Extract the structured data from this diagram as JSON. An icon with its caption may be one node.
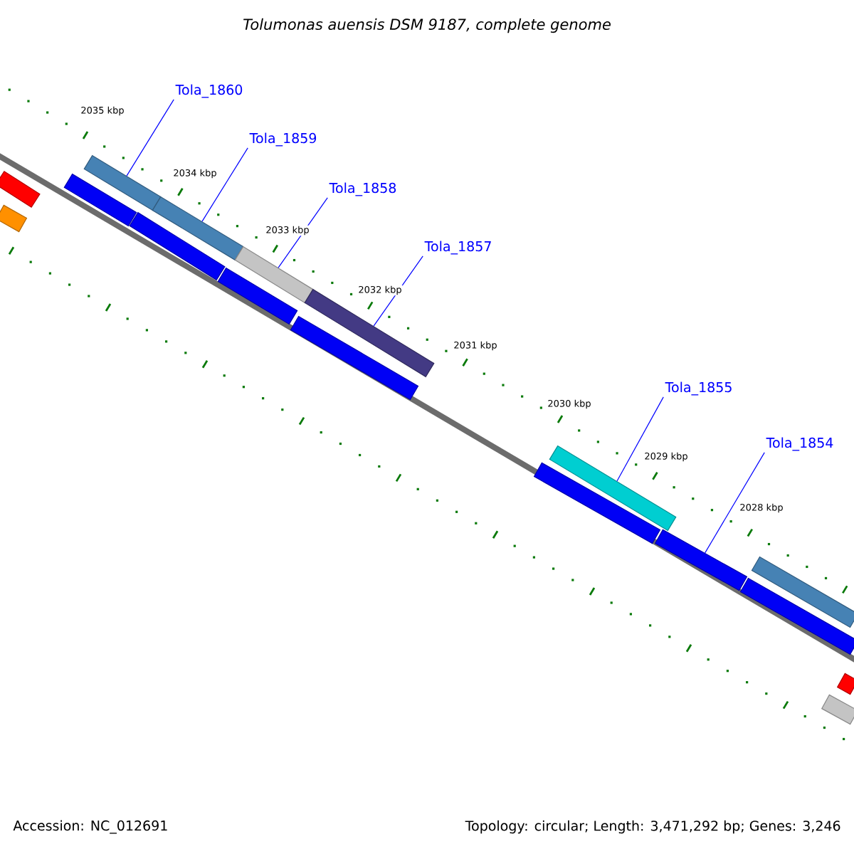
{
  "diagram": {
    "title": "Tolumonas auensis DSM 9187, complete genome",
    "nodes": [
      {
        "text": [
          "Tola_1860"
        ]
      },
      {
        "text": [
          "Tola_1859"
        ]
      },
      {
        "text": [
          "Tola_1858"
        ]
      },
      {
        "text": [
          "Tola_1857"
        ]
      },
      {
        "text": [
          "Tola_1855"
        ]
      },
      {
        "text": [
          "Tola_1854"
        ]
      },
      {
        "text": [],
        "shape": "bar"
      },
      {
        "text": [],
        "shape": "bar"
      },
      {
        "text": [],
        "shape": "bar"
      },
      {
        "text": [],
        "shape": "bar"
      },
      {
        "text": [],
        "shape": "bar"
      },
      {
        "text": [],
        "shape": "bar"
      },
      {
        "text": [],
        "shape": "bar"
      },
      {
        "text": [],
        "shape": "bar"
      },
      {
        "text": [],
        "shape": "bar"
      },
      {
        "text": [],
        "shape": "bar"
      },
      {
        "text": [],
        "shape": "bar"
      },
      {
        "text": [],
        "shape": "bar"
      },
      {
        "text": [],
        "shape": "bar"
      },
      {
        "text": [],
        "shape": "bar"
      },
      {
        "text": [],
        "shape": "bar"
      },
      {
        "text": [],
        "shape": "bar"
      },
      {
        "text": [],
        "shape": "bar"
      }
    ],
    "edges": [
      {
        "from": 0,
        "to": 6,
        "arrow": "none"
      },
      {
        "from": 1,
        "to": 7,
        "arrow": "none"
      },
      {
        "from": 2,
        "to": 8,
        "arrow": "none"
      },
      {
        "from": 3,
        "to": 9,
        "arrow": "none"
      },
      {
        "from": 4,
        "to": 10,
        "arrow": "none"
      },
      {
        "from": 5,
        "to": 11,
        "arrow": "none"
      }
    ],
    "labels": [
      "2035 kbp",
      "2034 kbp",
      "2033 kbp",
      "2032 kbp",
      "2031 kbp",
      "2030 kbp",
      "2029 kbp",
      "2028 kbp",
      "Accession: NC_012691",
      "Topology: circular; Length: 3,471,292 bp; Genes: 3,246"
    ]
  }
}
